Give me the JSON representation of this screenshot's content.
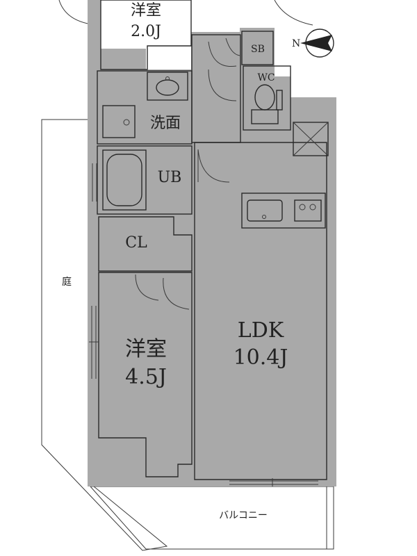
{
  "rooms": {
    "western_room_top": {
      "name": "洋室",
      "size": "2.0J"
    },
    "washroom": {
      "name": "洗面"
    },
    "unit_bath": {
      "name": "UB"
    },
    "closet": {
      "name": "CL"
    },
    "western_room": {
      "name": "洋室",
      "size": "4.5J"
    },
    "ldk": {
      "name": "LDK",
      "size": "10.4J"
    },
    "toilet": {
      "name": "WC"
    },
    "shoe_box": {
      "name": "SB"
    },
    "garden": {
      "name": "庭"
    },
    "balcony": {
      "name": "バルコニー"
    }
  },
  "compass": {
    "north": "N"
  },
  "colors": {
    "wall": "#a9a9a9",
    "floor_lines": "#e7e7e7",
    "ink": "#222222"
  }
}
